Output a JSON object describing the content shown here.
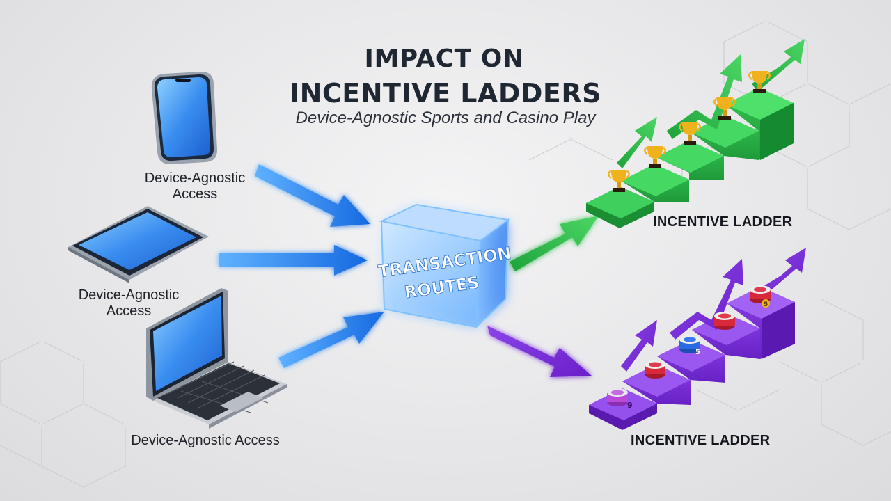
{
  "header": {
    "title_line1": "IMPACT ON",
    "title_line2": "INCENTIVE LADDERS",
    "subtitle": "Device-Agnostic Sports and Casino Play"
  },
  "devices": {
    "phone_label_line1": "Device-Agnostic",
    "phone_label_line2": "Access",
    "tablet_label_line1": "Device-Agnostic",
    "tablet_label_line2": "Access",
    "laptop_label": "Device-Agnostic Access"
  },
  "hub": {
    "label_line1": "TRANSACTION",
    "label_line2": "ROUTES"
  },
  "ladders": {
    "sports_label": "INCENTIVE LADDER",
    "casino_label": "INCENTIVE LADDER",
    "casino_chip_number_1": "9",
    "casino_chip_number_2": "5",
    "casino_chip_number_3": "5"
  },
  "colors": {
    "device_arrow": "#1e7ef0",
    "hub_glow": "#4aa8ff",
    "sports_green": "#2bb54a",
    "casino_purple": "#7a2fd6",
    "trophy_gold": "#f0b21c",
    "title_dark": "#1f2733"
  }
}
